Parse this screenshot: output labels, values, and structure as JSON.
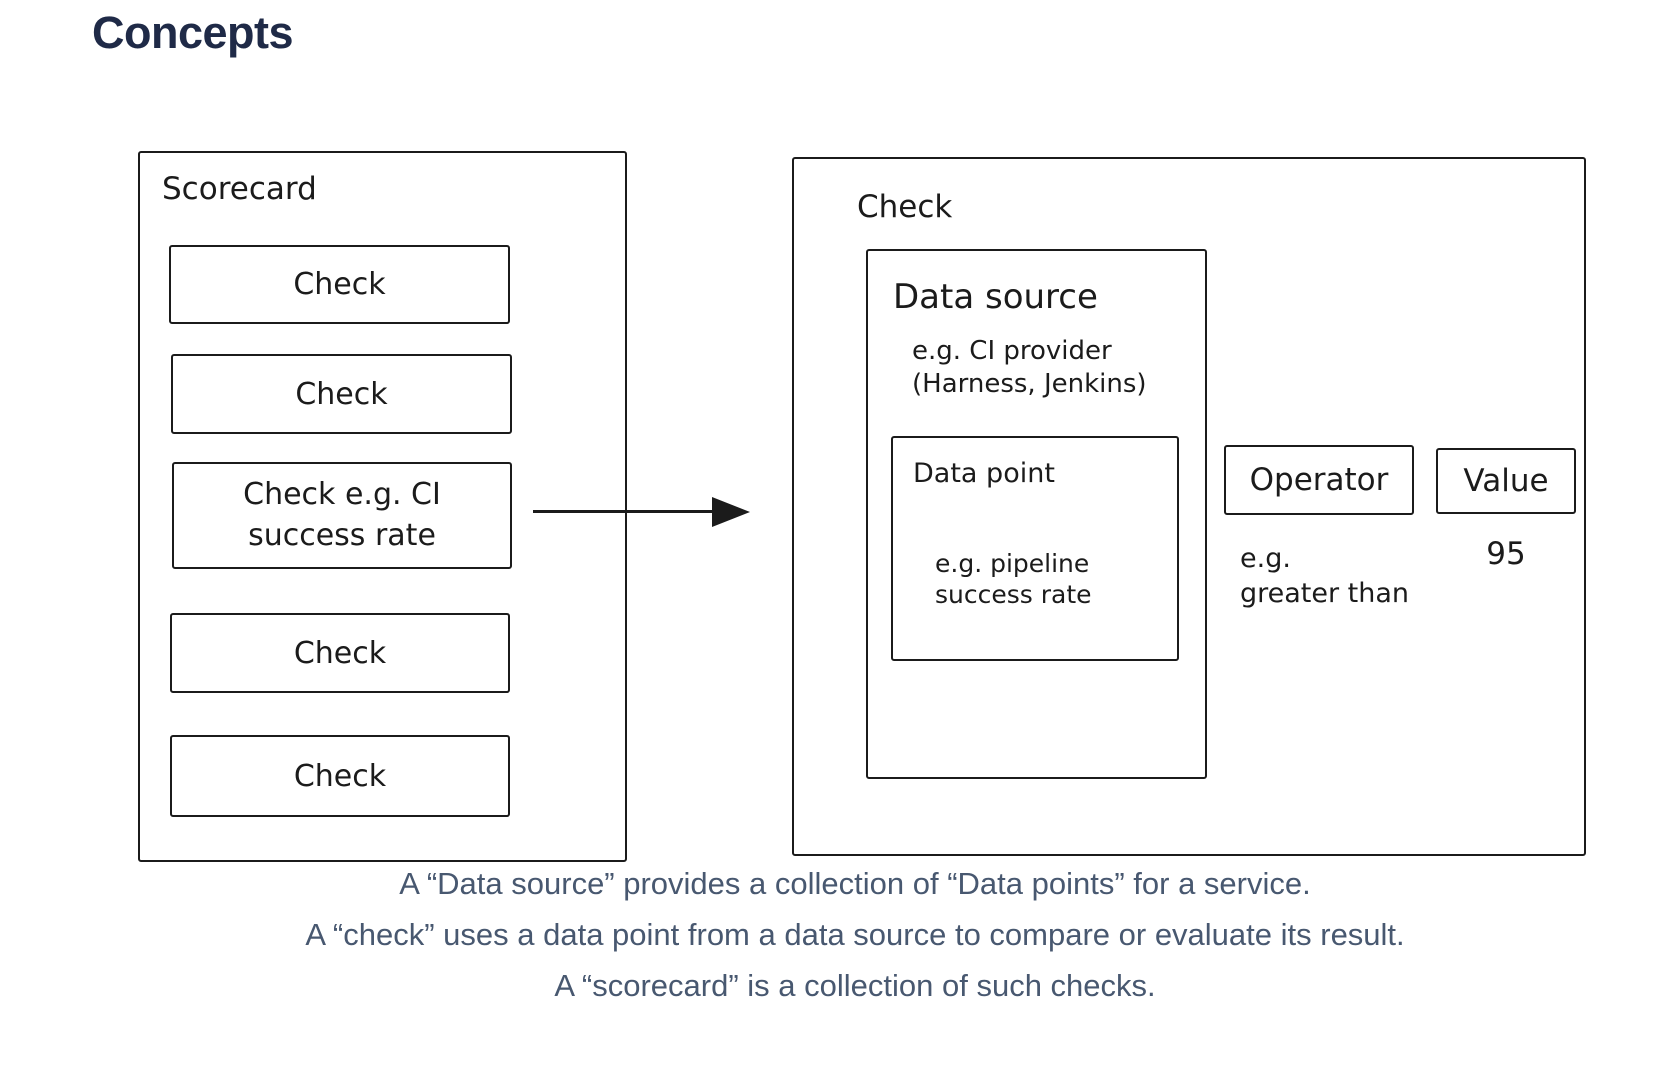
{
  "page": {
    "title": "Concepts",
    "background": "#ffffff"
  },
  "colors": {
    "ink": "#1b1b1b",
    "title_text": "#1f2a47",
    "caption_text": "#485870"
  },
  "icons": {
    "flow_arrow": "arrow-right-icon"
  },
  "scorecard": {
    "label": "Scorecard",
    "checks": [
      {
        "text": "Check"
      },
      {
        "text": "Check"
      },
      {
        "line1": "Check e.g. CI",
        "line2": "success rate"
      },
      {
        "text": "Check"
      },
      {
        "text": "Check"
      }
    ]
  },
  "check_detail": {
    "label": "Check",
    "data_source": {
      "title": "Data source",
      "example_line1": "e.g. CI provider",
      "example_line2": "(Harness, Jenkins)",
      "data_point": {
        "title": "Data point",
        "example_line1": "e.g. pipeline",
        "example_line2": "success rate"
      }
    },
    "operator": {
      "label": "Operator",
      "example_line1": "e.g.",
      "example_line2": "greater than"
    },
    "value": {
      "label": "Value",
      "example": "95"
    }
  },
  "caption": {
    "lines": [
      "A “Data source” provides a collection of “Data points” for a service.",
      "A “check” uses a data point from a data source to compare or evaluate its result.",
      "A “scorecard” is a collection of such checks."
    ]
  }
}
